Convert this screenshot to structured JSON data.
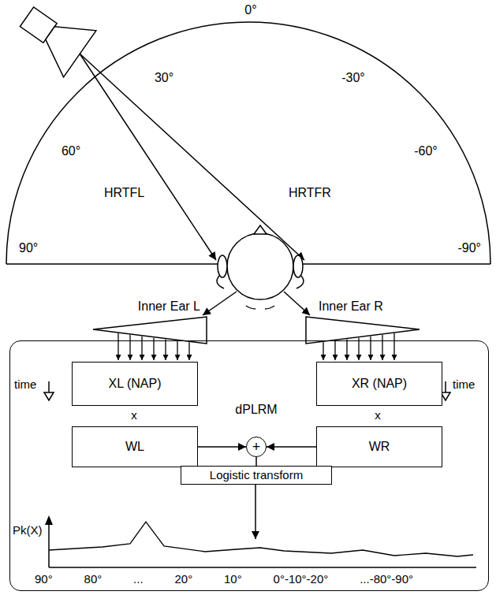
{
  "diagram": {
    "nodes": [
      {
        "text": [
          "dPLRM"
        ]
      },
      {
        "text": [
          "XL (NAP)"
        ],
        "in": 0
      },
      {
        "text": [
          "XR (NAP)"
        ],
        "in": 0
      },
      {
        "text": [
          "WL"
        ],
        "in": 0
      },
      {
        "text": [
          "WR"
        ],
        "in": 0
      },
      {
        "text": [
          "+"
        ],
        "in": 0
      },
      {
        "text": [
          "Logistic transform"
        ],
        "in": 0
      }
    ],
    "edges": [
      {
        "from": 3,
        "to": 5,
        "arrow": "to"
      },
      {
        "from": 4,
        "to": 5,
        "arrow": "to"
      },
      {
        "from": 5,
        "to": 6,
        "arrow": "none"
      }
    ],
    "labels": [
      "0°",
      "30°",
      "-30°",
      "60°",
      "-60°",
      "90°",
      "-90°",
      "HRTFL",
      "HRTFR",
      "Inner Ear L",
      "Inner Ear R",
      "time",
      "time",
      "x",
      "x",
      "Pk(X)",
      "90° 80° ... 20° 10° 0°-10°-20° ...-80°-90°"
    ]
  }
}
